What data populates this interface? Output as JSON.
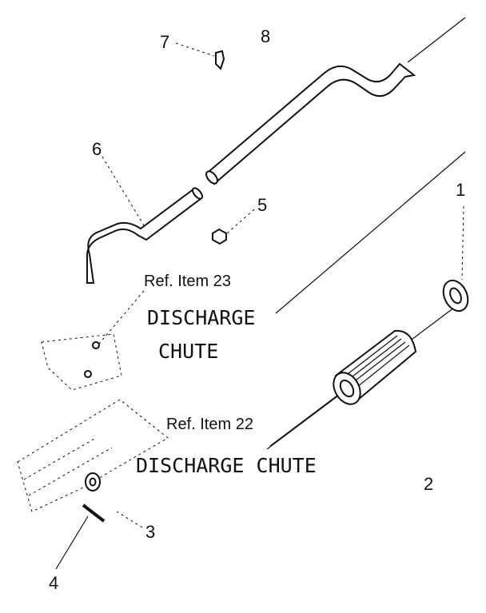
{
  "callouts": {
    "c1": "1",
    "c2": "2",
    "c3": "3",
    "c4": "4",
    "c5": "5",
    "c6": "6",
    "c7": "7",
    "c8": "8"
  },
  "references": {
    "ref23": "Ref. Item 23",
    "chute23_line1": "DISCHARGE",
    "chute23_line2": "CHUTE",
    "ref22": "Ref. Item 22",
    "chute22": "DISCHARGE CHUTE"
  }
}
